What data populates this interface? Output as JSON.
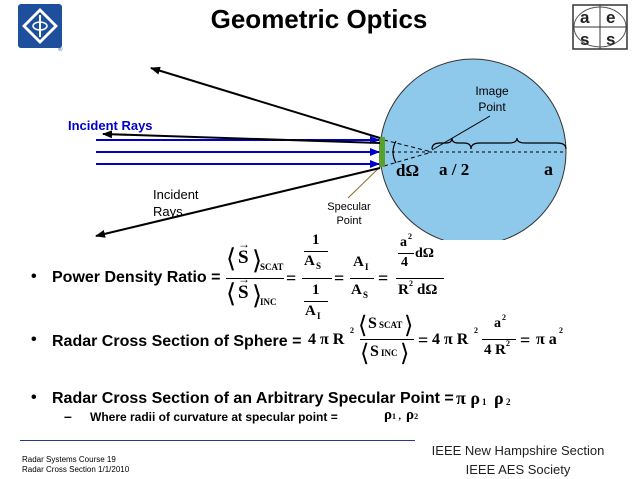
{
  "title": "Geometric Optics",
  "logos": {
    "right_letters": [
      "a",
      "e",
      "s",
      "s"
    ]
  },
  "diagram": {
    "incident_rays_label_1": "Incident Rays",
    "incident_rays_label_2a": "Incident",
    "incident_rays_label_2b": "Rays",
    "image_point_a": "Image",
    "image_point_b": "Point",
    "specular_point_a": "Specular",
    "specular_point_b": "Point",
    "d_omega": "dΩ",
    "a_half": "a / 2",
    "a": "a"
  },
  "bullets": [
    {
      "dot": "•",
      "text": "Power Density Ratio ="
    },
    {
      "dot": "•",
      "text": "Radar Cross Section of Sphere ="
    },
    {
      "dot": "•",
      "text": "Radar Cross Section of an Arbitrary Specular Point ="
    }
  ],
  "sub_bullet": {
    "dash": "–",
    "text": "Where radii of curvature at specular point ="
  },
  "formulas": {
    "s": "S",
    "scat": "SCAT",
    "inc": "INC",
    "one": "1",
    "as": "A",
    "s_sub": "S",
    "ai": "A",
    "i_sub": "I",
    "eq": "=",
    "a2_over_4": "a",
    "two": "2",
    "four": "4",
    "d_omega": "dΩ",
    "R": "R",
    "four_pi_R2": "4 π R",
    "pi_a2": "π a",
    "rho1_rho2": "π ρ",
    "rho_sub1": "1",
    "rho_sub2": "2",
    "rho": "ρ",
    "rho_pair_1": "ρ",
    "rho_pair_sep": " ,  ",
    "rho_pair_2": "ρ"
  },
  "footer": {
    "course": "Radar Systems Course   19",
    "section": "Radar Cross Section  1/1/2010",
    "org1": "IEEE New Hampshire Section",
    "org2": "IEEE AES Society"
  }
}
